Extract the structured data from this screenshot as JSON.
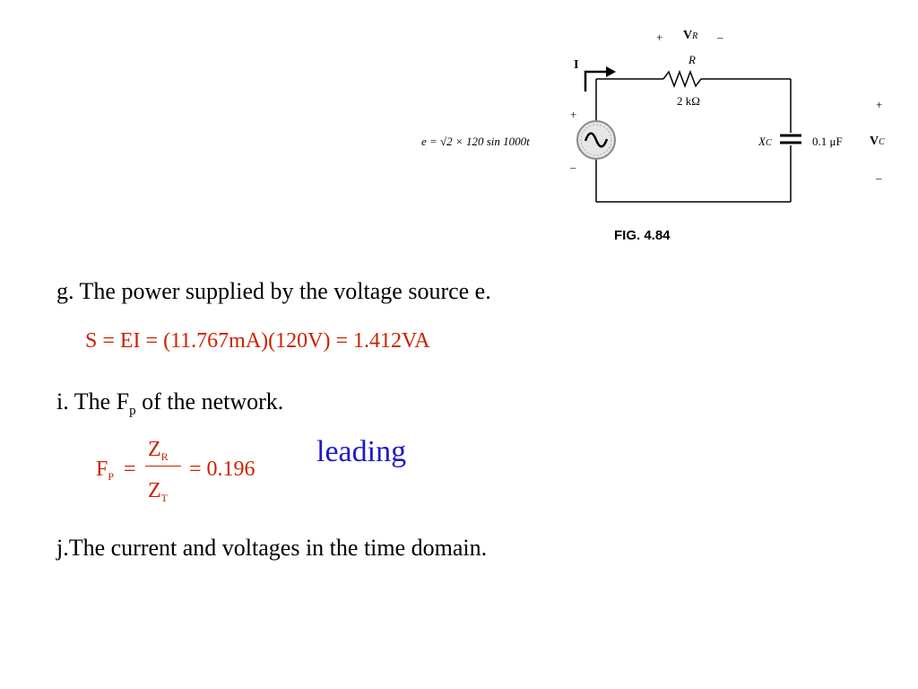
{
  "figure": {
    "caption": "FIG. 4.84",
    "current_label": "I",
    "vr_plus": "+",
    "vr_label": "V",
    "vr_sub": "R",
    "vr_minus": "–",
    "resistor_name": "R",
    "resistor_value": "2 kΩ",
    "source_plus": "+",
    "source_minus": "–",
    "source_eq": "e = √2 × 120 sin 1000t",
    "cap_name": "X",
    "cap_sub": "C",
    "cap_value": "0.1 μF",
    "vc_label": "V",
    "vc_sub": "C",
    "vc_plus": "+",
    "vc_minus": "–"
  },
  "items": {
    "g_text": "g. The power supplied by the voltage source e.",
    "g_eq": "S = EI = (11.767mA)(120V) = 1.412VA",
    "i_text_pre": "i. The F",
    "i_text_sub": "p",
    "i_text_post": " of the network.",
    "fp_F": "F",
    "fp_sub": "P",
    "fp_eq1": "=",
    "fp_num": "Z",
    "fp_num_sub": "R",
    "fp_den": "Z",
    "fp_den_sub": "T",
    "fp_result": "= 0.196",
    "leading": "leading",
    "j_text": "j.The current and voltages in the time domain."
  },
  "colors": {
    "equation": "#cc2200",
    "leading": "#1a1acc"
  }
}
